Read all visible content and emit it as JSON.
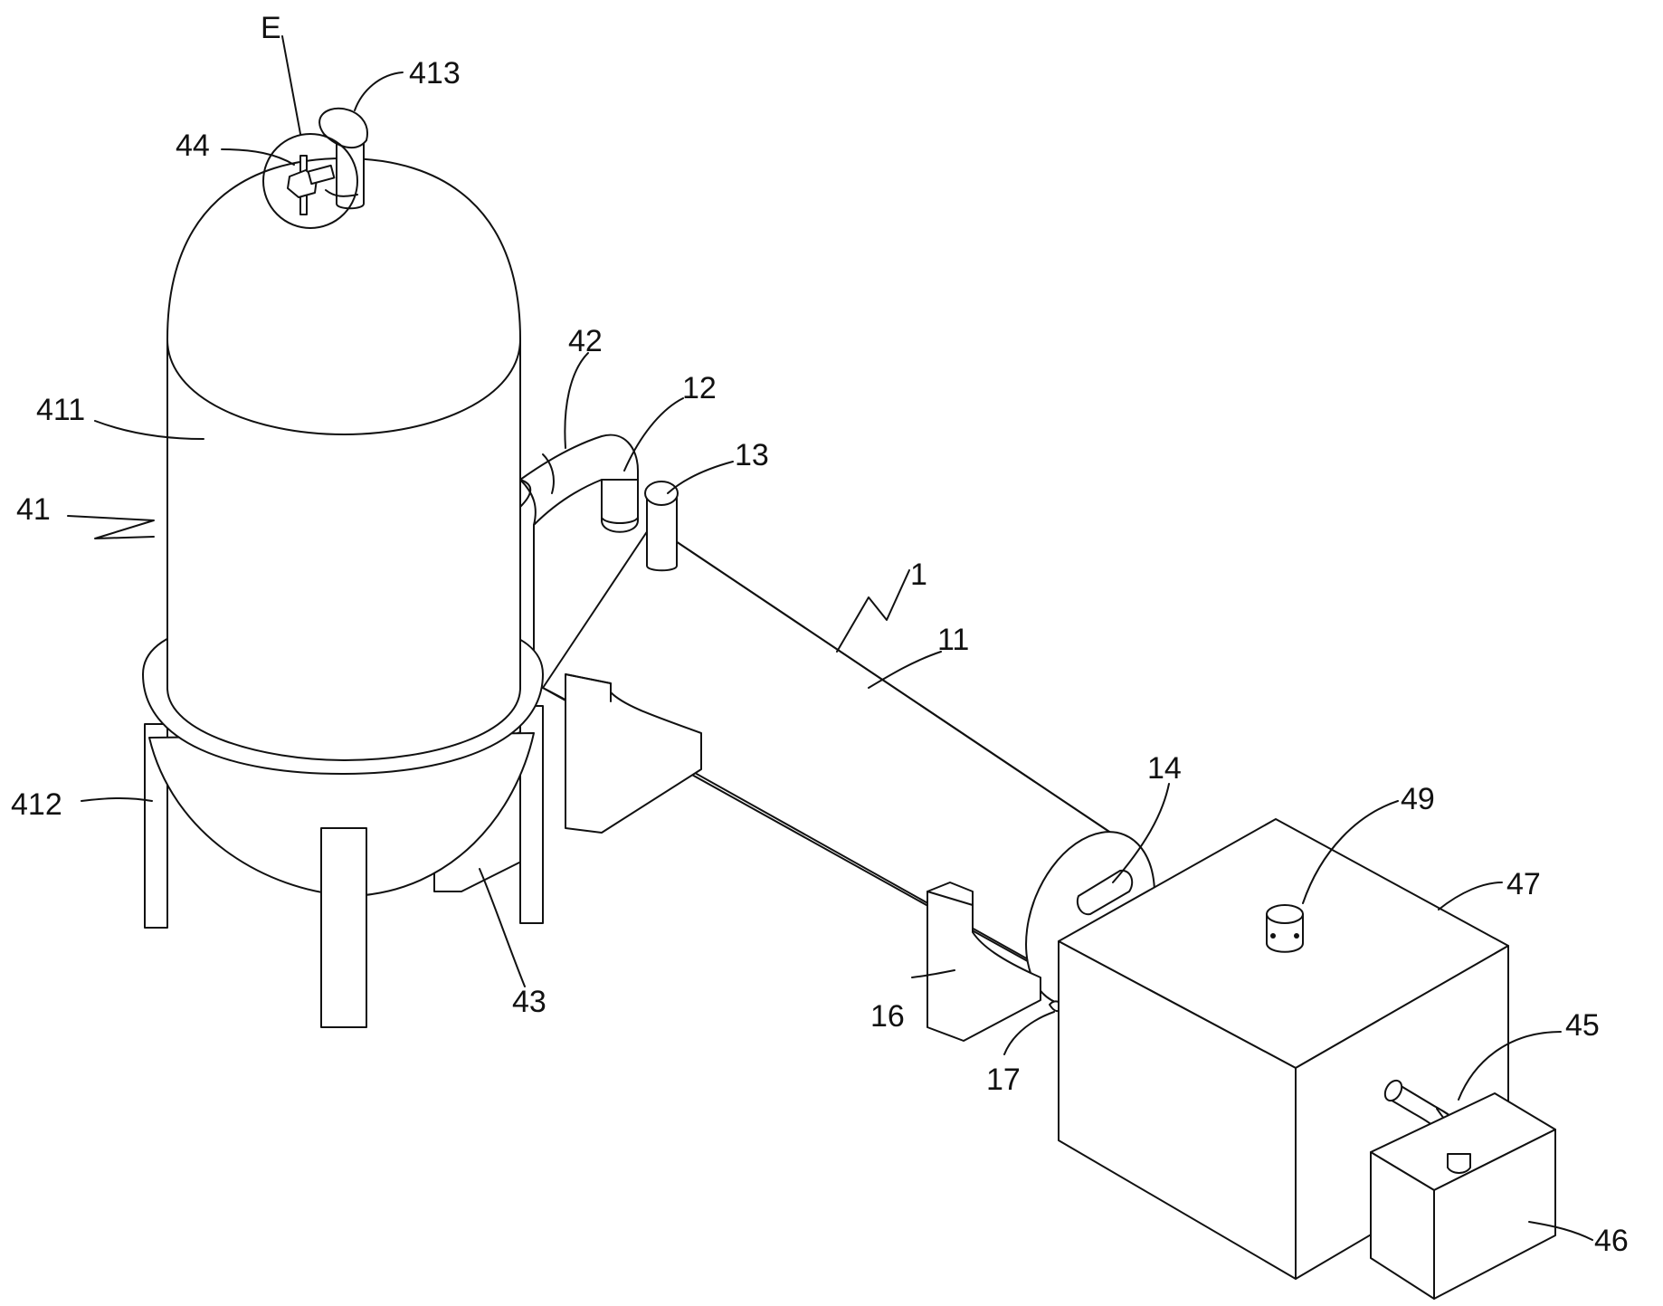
{
  "labels": {
    "E": "E",
    "l413": "413",
    "l44": "44",
    "l411": "411",
    "l41": "41",
    "l412": "412",
    "l42": "42",
    "l12": "12",
    "l13": "13",
    "l1": "1",
    "l11": "11",
    "l14": "14",
    "l49": "49",
    "l47": "47",
    "l43": "43",
    "l16": "16",
    "l17": "17",
    "l45": "45",
    "l46": "46"
  }
}
